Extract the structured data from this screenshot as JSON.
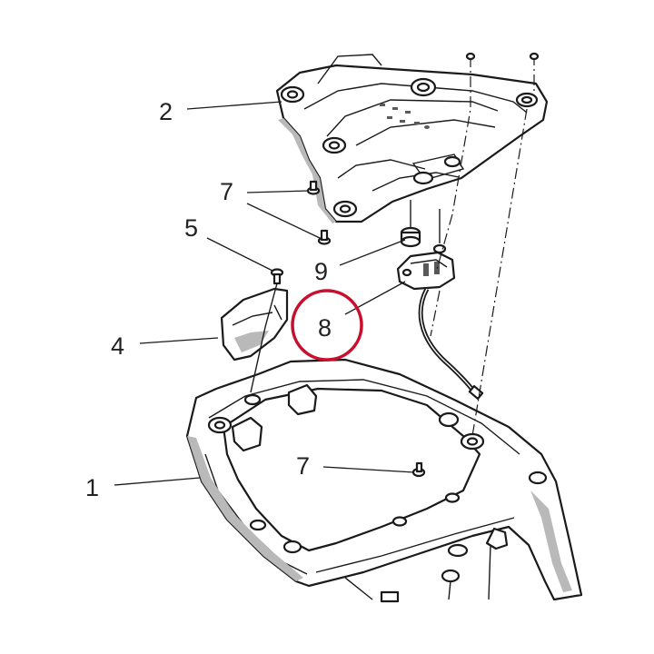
{
  "callouts": [
    {
      "id": "1",
      "label": "1"
    },
    {
      "id": "2",
      "label": "2"
    },
    {
      "id": "4",
      "label": "4"
    },
    {
      "id": "5",
      "label": "5"
    },
    {
      "id": "7a",
      "label": "7"
    },
    {
      "id": "7b",
      "label": "7"
    },
    {
      "id": "8",
      "label": "8"
    },
    {
      "id": "9",
      "label": "9"
    }
  ],
  "highlight": {
    "target": "8",
    "color": "#c8102e"
  }
}
